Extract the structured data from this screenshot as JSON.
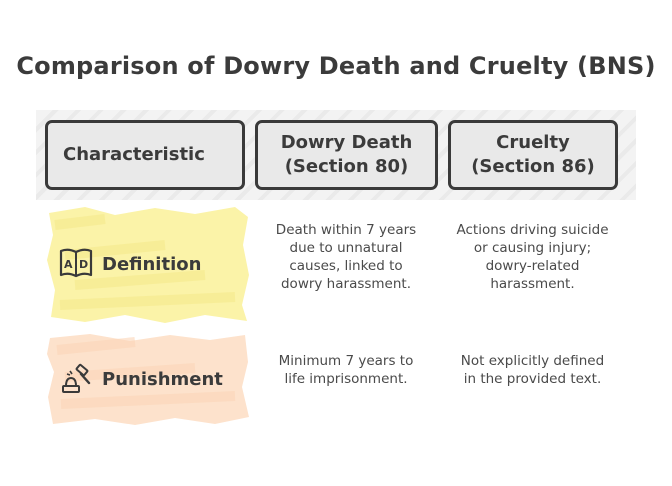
{
  "title": "Comparison of Dowry Death and Cruelty (BNS)",
  "headers": [
    "Characteristic",
    "Dowry Death\n(Section 80)",
    "Cruelty\n(Section 86)"
  ],
  "rows": [
    {
      "label": "Definition",
      "icon": "book-ad-icon",
      "color": "#fbf3a8",
      "cells": [
        "Death within 7 years due to unnatural causes, linked to dowry harassment.",
        "Actions driving suicide or causing injury; dowry-related harassment."
      ]
    },
    {
      "label": "Punishment",
      "icon": "gavel-icon",
      "color": "#fde2cc",
      "cells": [
        "Minimum 7 years to life imprisonment.",
        "Not explicitly defined in the provided text."
      ]
    }
  ],
  "colors": {
    "header_fill": "#e9e9e9",
    "border": "#3a3a3a",
    "text": "#3b3b3b"
  }
}
